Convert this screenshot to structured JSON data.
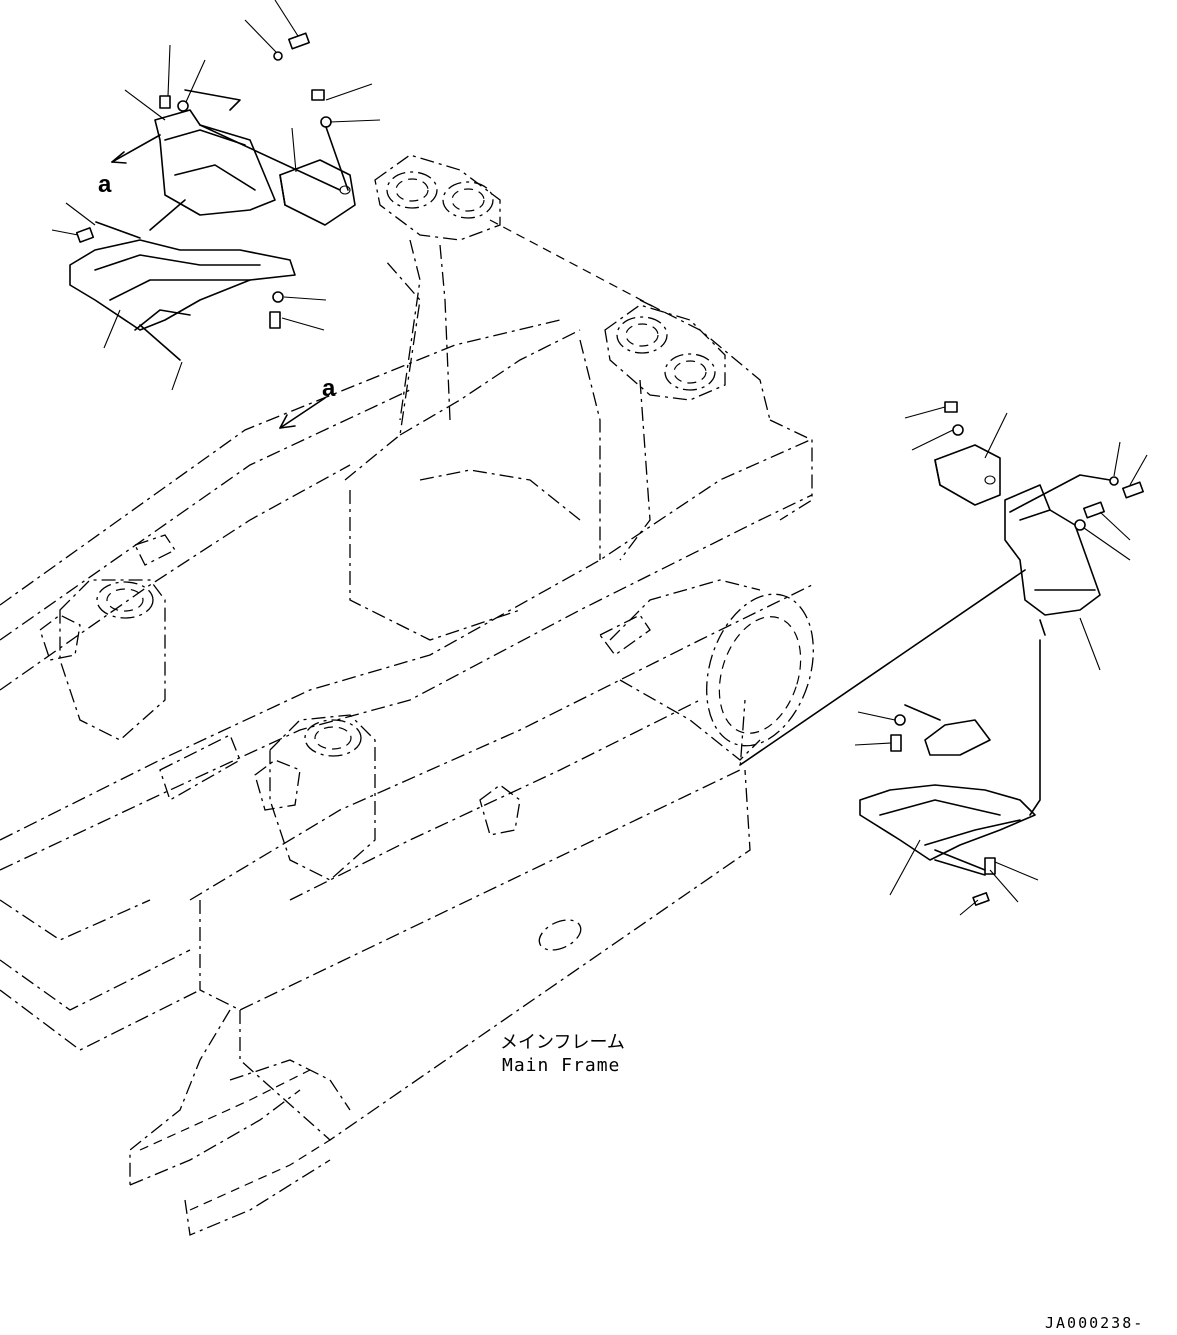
{
  "view_marker": "a",
  "caption": {
    "japanese": "メインフレーム",
    "english": "Main Frame"
  },
  "drawing_code": "JA000238-"
}
